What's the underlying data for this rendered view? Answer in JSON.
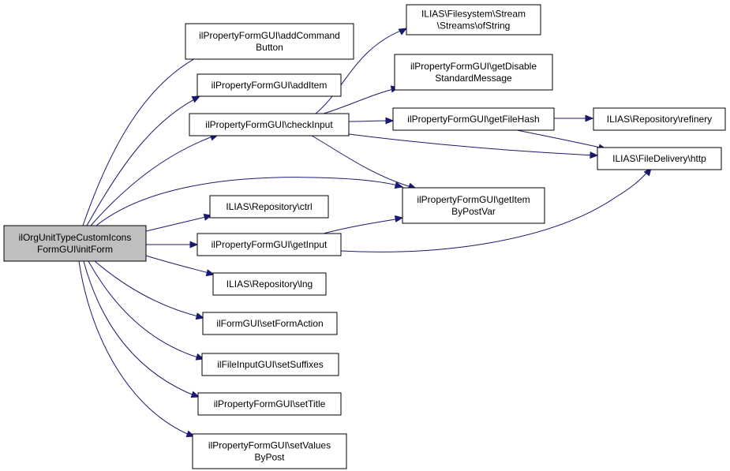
{
  "diagram": {
    "nodes": [
      {
        "id": "root",
        "lines": [
          "ilOrgUnitTypeCustomIcons",
          "FormGUI\\initForm"
        ],
        "root": true
      },
      {
        "id": "addCommandButton",
        "lines": [
          "ilPropertyFormGUI\\addCommand",
          "Button"
        ]
      },
      {
        "id": "addItem",
        "lines": [
          "ilPropertyFormGUI\\addItem"
        ]
      },
      {
        "id": "checkInput",
        "lines": [
          "ilPropertyFormGUI\\checkInput"
        ]
      },
      {
        "id": "ctrl",
        "lines": [
          "ILIAS\\Repository\\ctrl"
        ]
      },
      {
        "id": "getInput",
        "lines": [
          "ilPropertyFormGUI\\getInput"
        ]
      },
      {
        "id": "lng",
        "lines": [
          "ILIAS\\Repository\\lng"
        ]
      },
      {
        "id": "setFormAction",
        "lines": [
          "ilFormGUI\\setFormAction"
        ]
      },
      {
        "id": "setSuffixes",
        "lines": [
          "ilFileInputGUI\\setSuffixes"
        ]
      },
      {
        "id": "setTitle",
        "lines": [
          "ilPropertyFormGUI\\setTitle"
        ]
      },
      {
        "id": "setValuesByPost",
        "lines": [
          "ilPropertyFormGUI\\setValues",
          "ByPost"
        ]
      },
      {
        "id": "ofString",
        "lines": [
          "ILIAS\\Filesystem\\Stream",
          "\\Streams\\ofString"
        ]
      },
      {
        "id": "getDisableStandardMessage",
        "lines": [
          "ilPropertyFormGUI\\getDisable",
          "StandardMessage"
        ]
      },
      {
        "id": "getFileHash",
        "lines": [
          "ilPropertyFormGUI\\getFileHash"
        ]
      },
      {
        "id": "getItemByPostVar",
        "lines": [
          "ilPropertyFormGUI\\getItem",
          "ByPostVar"
        ]
      },
      {
        "id": "refinery",
        "lines": [
          "ILIAS\\Repository\\refinery"
        ]
      },
      {
        "id": "http",
        "lines": [
          "ILIAS\\FileDelivery\\http"
        ]
      }
    ],
    "edges": [
      {
        "from": "root",
        "to": "addCommandButton"
      },
      {
        "from": "root",
        "to": "addItem"
      },
      {
        "from": "root",
        "to": "checkInput"
      },
      {
        "from": "root",
        "to": "getItemByPostVar"
      },
      {
        "from": "root",
        "to": "ctrl"
      },
      {
        "from": "root",
        "to": "getInput"
      },
      {
        "from": "root",
        "to": "lng"
      },
      {
        "from": "root",
        "to": "setFormAction"
      },
      {
        "from": "root",
        "to": "setSuffixes"
      },
      {
        "from": "root",
        "to": "setTitle"
      },
      {
        "from": "root",
        "to": "setValuesByPost"
      },
      {
        "from": "checkInput",
        "to": "ofString"
      },
      {
        "from": "checkInput",
        "to": "getDisableStandardMessage"
      },
      {
        "from": "checkInput",
        "to": "getFileHash"
      },
      {
        "from": "checkInput",
        "to": "http"
      },
      {
        "from": "checkInput",
        "to": "getItemByPostVar"
      },
      {
        "from": "getFileHash",
        "to": "refinery"
      },
      {
        "from": "getFileHash",
        "to": "http"
      },
      {
        "from": "getInput",
        "to": "getItemByPostVar"
      },
      {
        "from": "getInput",
        "to": "http"
      }
    ],
    "colors": {
      "edge": "#191970",
      "root_fill": "#bfbfbf",
      "node_fill": "#ffffff",
      "border": "#000000"
    }
  }
}
